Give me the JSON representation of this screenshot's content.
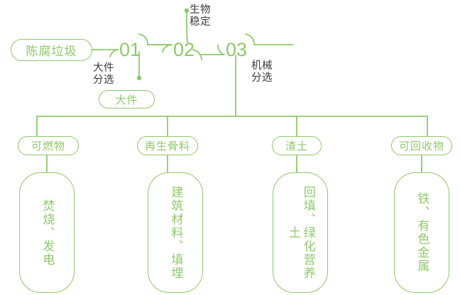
{
  "diagram": {
    "title_node": {
      "label": "陈腐垃圾"
    },
    "steps": [
      {
        "number": "01",
        "annotation": "大件\n分选"
      },
      {
        "number": "02",
        "annotation": "生物\n稳定"
      },
      {
        "number": "03",
        "annotation": "机械\n分选"
      }
    ],
    "bulky_node": {
      "label": "大件"
    },
    "categories": [
      {
        "label": "可燃物",
        "output": "焚烧、发电"
      },
      {
        "label": "再生骨料",
        "output": "建筑材料、填埋"
      },
      {
        "label": "渣土",
        "output": "回填、绿化营养土"
      },
      {
        "label": "可回收物",
        "output": "铁、有色金属"
      }
    ],
    "colors": {
      "line": "#8ec96a",
      "node_text": "#8ec96a",
      "annotation_text": "#3a3a3a",
      "background": "#ffffff"
    }
  }
}
